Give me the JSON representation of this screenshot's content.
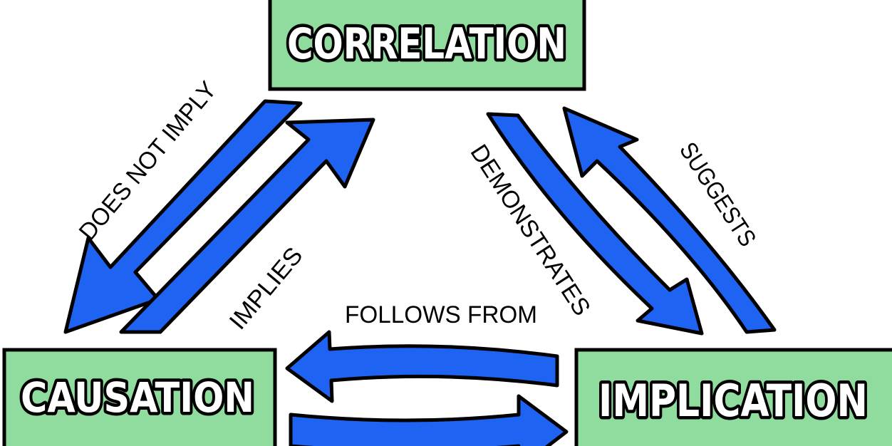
{
  "colors": {
    "node_fill": "#8fdc9e",
    "arrow_fill": "#1f63f2",
    "outline": "#000000",
    "background": "#ffffff"
  },
  "nodes": {
    "correlation": {
      "label": "CORRELATION"
    },
    "causation": {
      "label": "CAUSATION"
    },
    "implication": {
      "label": "IMPLICATION"
    }
  },
  "edges": {
    "does_not_imply": {
      "label": "DOES NOT IMPLY",
      "from": "CORRELATION",
      "to": "CAUSATION"
    },
    "implies": {
      "label": "IMPLIES",
      "from": "CAUSATION",
      "to": "CORRELATION"
    },
    "demonstrates": {
      "label": "DEMONSTRATES",
      "from": "CORRELATION",
      "to": "IMPLICATION"
    },
    "suggests": {
      "label": "SUGGESTS",
      "from": "IMPLICATION",
      "to": "CORRELATION"
    },
    "follows_from": {
      "label": "FOLLOWS FROM",
      "from": "IMPLICATION",
      "to": "CAUSATION"
    },
    "causation_to_implication": {
      "label": "",
      "from": "CAUSATION",
      "to": "IMPLICATION"
    }
  }
}
